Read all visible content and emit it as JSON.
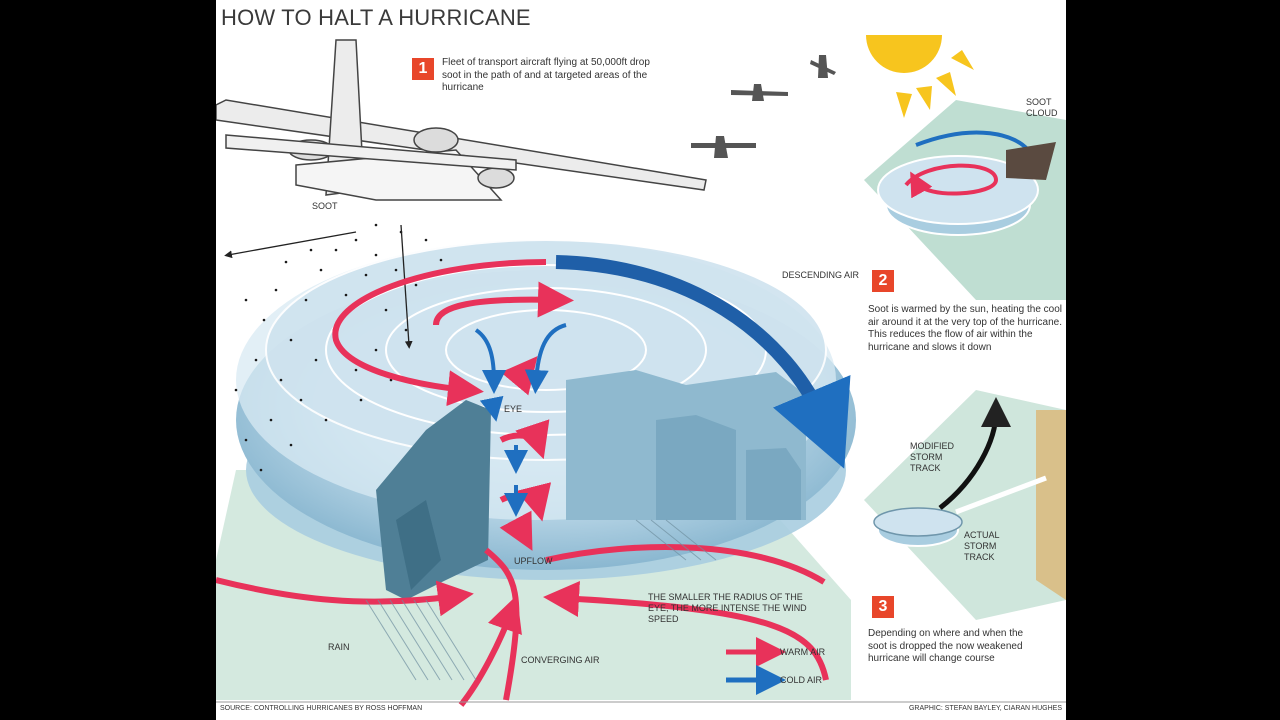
{
  "title": "HOW TO HALT A HURRICANE",
  "steps": [
    {
      "number": "1",
      "text": "Fleet of transport aircraft flying at 50,000ft drop soot in the path of and at targeted areas of the hurricane"
    },
    {
      "number": "2",
      "text": "Soot is warmed by the sun, heating the cool air around it at the very top of the hurricane. This reduces the flow of air within the hurricane and slows it down"
    },
    {
      "number": "3",
      "text": "Depending on where and when the soot is dropped the now weakened hurricane will change course"
    }
  ],
  "labels": {
    "soot": "SOOT",
    "descending_air": "DESCENDING AIR",
    "eye": "EYE",
    "upflow": "UPFLOW",
    "rain": "RAIN",
    "converging_air": "CONVERGING AIR",
    "eye_note": "THE SMALLER THE RADIUS OF THE EYE, THE MORE INTENSE THE WIND SPEED",
    "soot_cloud": "SOOT CLOUD",
    "modified_track": "MODIFIED STORM TRACK",
    "actual_track": "ACTUAL STORM TRACK"
  },
  "legend": [
    {
      "label": "WARM AIR",
      "color": "#e8325a"
    },
    {
      "label": "COLD AIR",
      "color": "#1f6fc0"
    }
  ],
  "footer": {
    "source": "SOURCE: CONTROLLING HURRICANES BY ROSS HOFFMAN",
    "graphic": "GRAPHIC: STEFAN BAYLEY, CIARAN HUGHES"
  },
  "colors": {
    "warm": "#e8325a",
    "cold": "#1f6fc0",
    "step_badge": "#e8462a",
    "storm_light": "#cfe3ef",
    "storm_mid": "#9fc3d9",
    "storm_dark": "#5b8ea8",
    "ground": "#cfe6dc",
    "sun": "#f7c51e"
  },
  "icons": [
    "transport-plane-icon",
    "sun-icon",
    "soot-particles-icon"
  ]
}
